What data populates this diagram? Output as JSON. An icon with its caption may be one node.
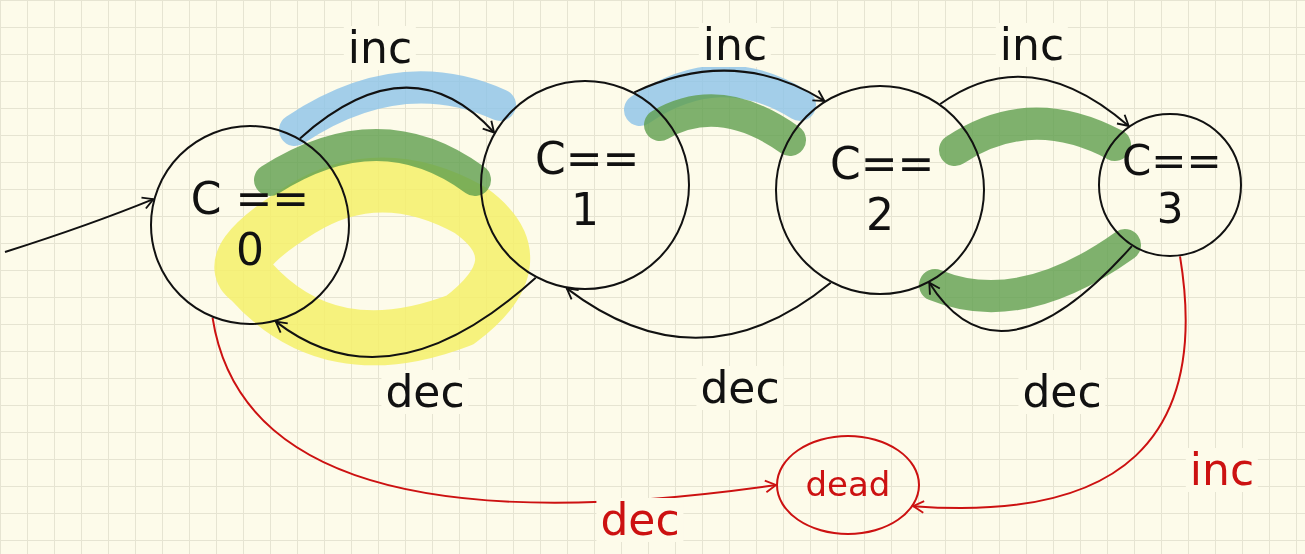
{
  "diagram": {
    "nodes": [
      {
        "text": [
          "C == 0"
        ]
      },
      {
        "text": [
          "C== 1"
        ]
      },
      {
        "text": [
          "C== 2"
        ]
      },
      {
        "text": [
          "C== 3"
        ]
      },
      {
        "text": [
          "dead"
        ]
      }
    ],
    "edges": [
      {
        "from": null,
        "to": 0,
        "arrow": "to"
      },
      {
        "from": 0,
        "to": 1,
        "arrow": "to",
        "label": "inc"
      },
      {
        "from": 1,
        "to": 2,
        "arrow": "to",
        "label": "inc"
      },
      {
        "from": 2,
        "to": 3,
        "arrow": "to",
        "label": "inc"
      },
      {
        "from": 1,
        "to": 0,
        "arrow": "to",
        "label": "dec"
      },
      {
        "from": 2,
        "to": 1,
        "arrow": "to",
        "label": "dec"
      },
      {
        "from": 3,
        "to": 2,
        "arrow": "to",
        "label": "dec"
      },
      {
        "from": 0,
        "to": 4,
        "arrow": "to",
        "label": "dec",
        "color": "#cc1111"
      },
      {
        "from": 3,
        "to": 4,
        "arrow": "to",
        "label": "inc",
        "color": "#cc1111"
      }
    ]
  }
}
